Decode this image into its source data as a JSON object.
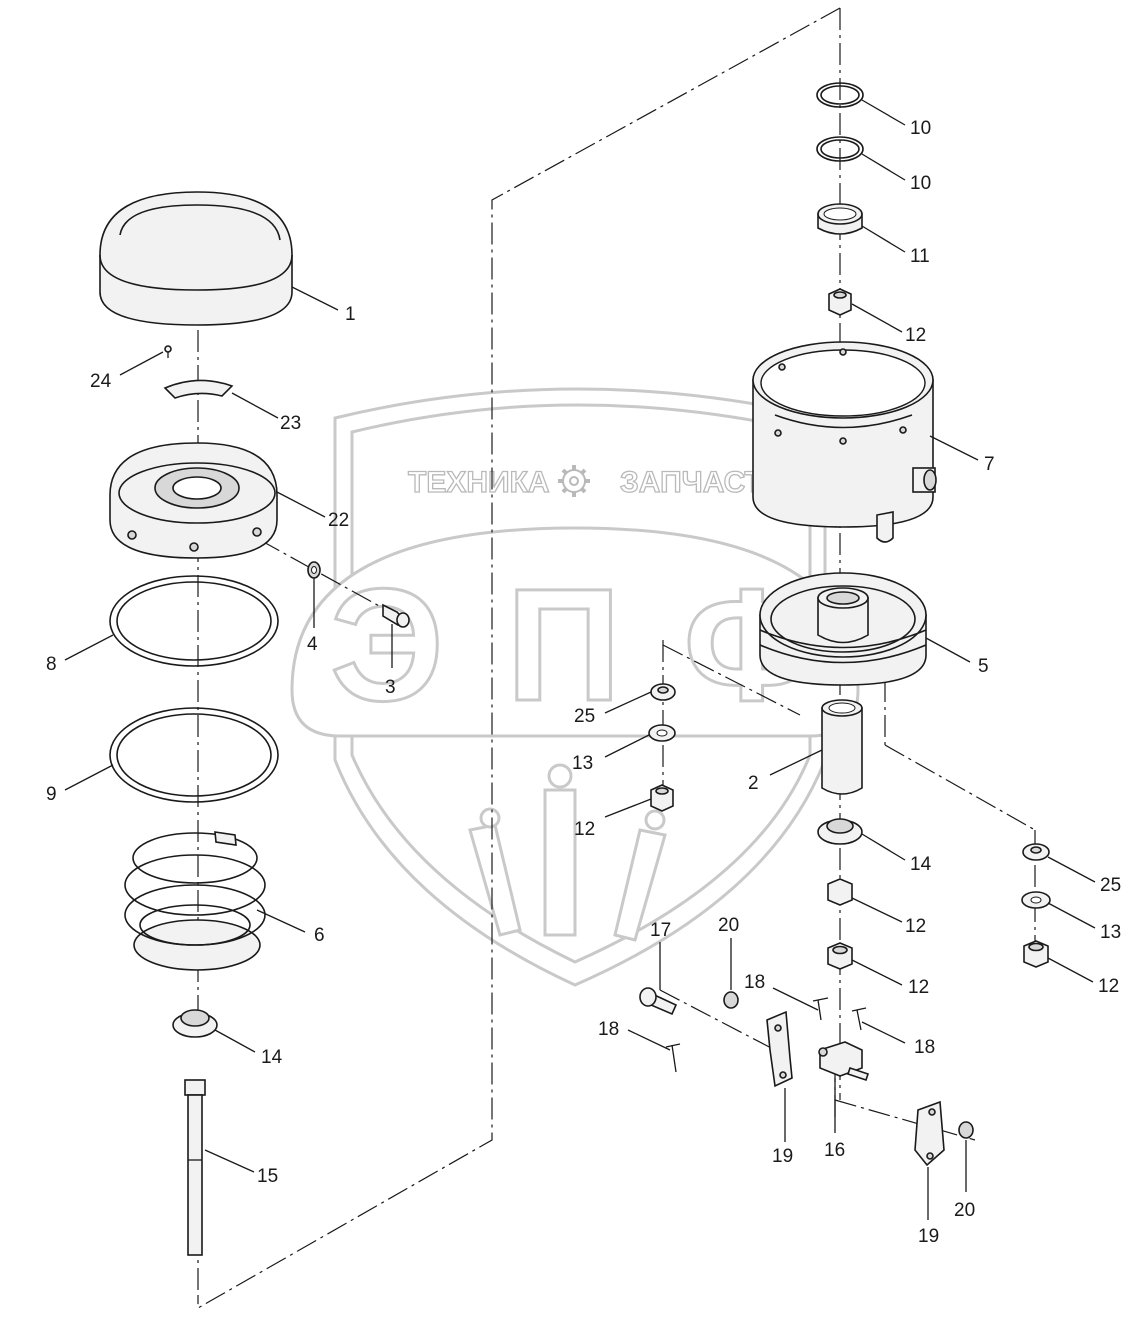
{
  "watermark": {
    "line1_left": "ТЕХНИКА",
    "line1_right": "ЗАПЧАСТИ",
    "logo": "ЭПФ",
    "gear_icon": "gear-icon",
    "wheat_icon": "wheat-icon"
  },
  "callouts": [
    {
      "id": "c1",
      "text": "1"
    },
    {
      "id": "c24",
      "text": "24"
    },
    {
      "id": "c23",
      "text": "23"
    },
    {
      "id": "c22",
      "text": "22"
    },
    {
      "id": "c8",
      "text": "8"
    },
    {
      "id": "c4",
      "text": "4"
    },
    {
      "id": "c3",
      "text": "3"
    },
    {
      "id": "c9",
      "text": "9"
    },
    {
      "id": "c6",
      "text": "6"
    },
    {
      "id": "c14a",
      "text": "14"
    },
    {
      "id": "c15",
      "text": "15"
    },
    {
      "id": "c10a",
      "text": "10"
    },
    {
      "id": "c10b",
      "text": "10"
    },
    {
      "id": "c11",
      "text": "11"
    },
    {
      "id": "c12a",
      "text": "12"
    },
    {
      "id": "c7",
      "text": "7"
    },
    {
      "id": "c5",
      "text": "5"
    },
    {
      "id": "c25a",
      "text": "25"
    },
    {
      "id": "c13a",
      "text": "13"
    },
    {
      "id": "c12b",
      "text": "12"
    },
    {
      "id": "c2",
      "text": "2"
    },
    {
      "id": "c14b",
      "text": "14"
    },
    {
      "id": "c12c",
      "text": "12"
    },
    {
      "id": "c12d",
      "text": "12"
    },
    {
      "id": "c25b",
      "text": "25"
    },
    {
      "id": "c13b",
      "text": "13"
    },
    {
      "id": "c12e",
      "text": "12"
    },
    {
      "id": "c17",
      "text": "17"
    },
    {
      "id": "c20a",
      "text": "20"
    },
    {
      "id": "c18a",
      "text": "18"
    },
    {
      "id": "c18b",
      "text": "18"
    },
    {
      "id": "c18c",
      "text": "18"
    },
    {
      "id": "c19a",
      "text": "19"
    },
    {
      "id": "c16",
      "text": "16"
    },
    {
      "id": "c20b",
      "text": "20"
    },
    {
      "id": "c19b",
      "text": "19"
    }
  ]
}
